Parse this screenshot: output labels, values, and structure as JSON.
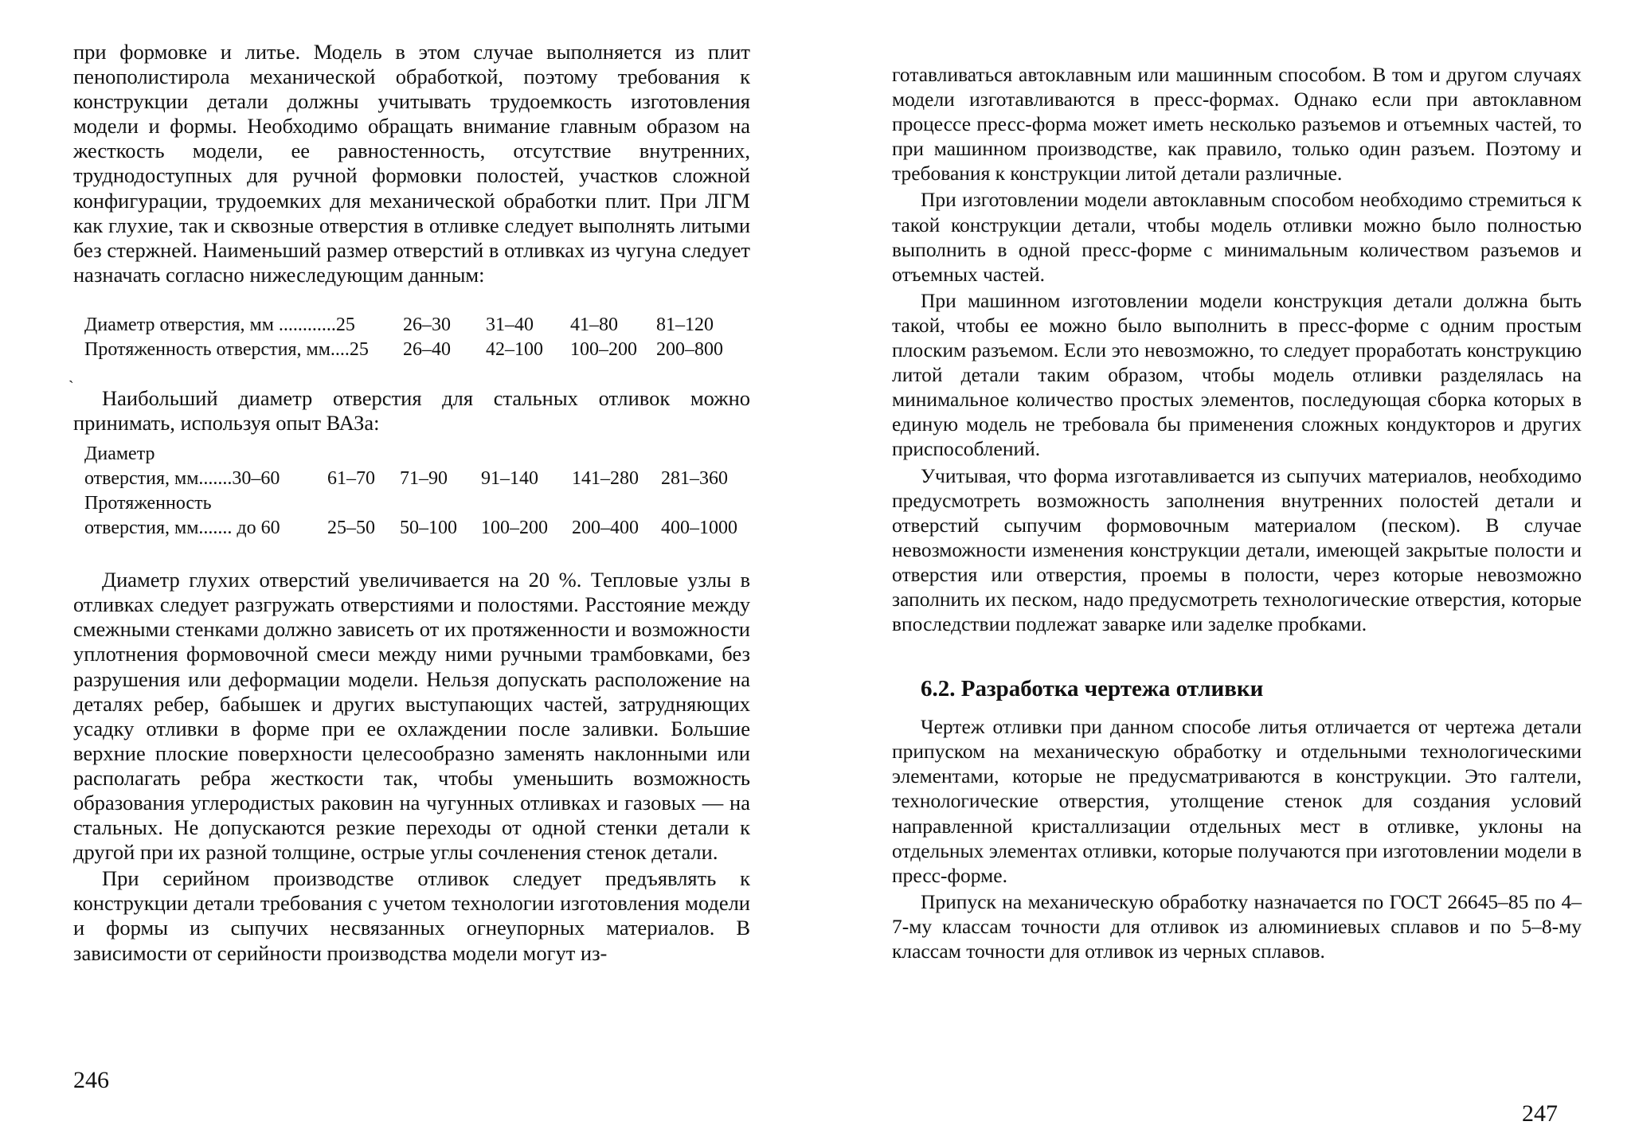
{
  "left": {
    "page_number": "246",
    "para1": "при формовке и литье. Модель в этом случае выполняется из плит пенополистирола механической обработкой, поэтому требования к конструкции детали должны учитывать трудоемкость изготовления модели и формы. Необходимо обращать внимание главным образом на жесткость модели, ее равностенность, отсутствие внутренних, труднодоступных для ручной формовки полостей, участков сложной конфигурации, трудоемких для механической обработки плит. При ЛГМ как глухие, так и сквозные отверстия в отливке следует выполнять литыми без стержней. Наименьший размер отверстий в отливках из чугуна следует назначать согласно нижеследующим данным:",
    "table1": {
      "rows": [
        {
          "label": "Диаметр отверстия, мм ............25",
          "values": [
            "26–30",
            "31–40",
            "41–80",
            "81–120"
          ]
        },
        {
          "label": "Протяженность отверстия, мм....25",
          "values": [
            "26–40",
            "42–100",
            "100–200",
            "200–800"
          ]
        }
      ]
    },
    "mark": "`",
    "para2": "Наибольший диаметр отверстия для стальных отливок можно принимать, используя опыт ВАЗа:",
    "table2": {
      "row1_title": "Диаметр",
      "row1_label": "отверстия, мм.......30–60",
      "row1_values": [
        "61–70",
        "71–90",
        "91–140",
        "141–280",
        "281–360"
      ],
      "row2_title": "Протяженность",
      "row2_label": "отверстия, мм....... до 60",
      "row2_values": [
        "25–50",
        "50–100",
        "100–200",
        "200–400",
        "400–1000"
      ]
    },
    "para3": "Диаметр глухих отверстий увеличивается на 20 %. Тепловые узлы в отливках следует разгружать отверстиями и полостями. Расстояние между смежными стенками должно зависеть от их протяженности и возможности уплотнения формовочной смеси между ними ручными трамбовками, без разрушения или деформации модели. Нельзя допускать расположение на деталях ребер, бабышек и других выступающих частей, затрудняющих усадку отливки в форме при ее охлаждении после заливки. Большие верхние плоские поверхности целесообразно заменять наклонными или располагать ребра жесткости так, чтобы уменьшить возможность образования углеродистых раковин на чугунных отливках и газовых — на стальных. Не допускаются резкие переходы от одной стенки детали к другой при их разной толщине, острые углы сочленения стенок детали.",
    "para4": "При серийном производстве отливок следует предъявлять к конструкции детали требования с учетом технологии изготовления модели и формы из сыпучих несвязанных огнеупорных материалов. В зависимости от серийности производства модели могут из-"
  },
  "right": {
    "page_number": "247",
    "para1": "готавливаться автоклавным или машинным способом. В том и другом случаях модели изготавливаются в пресс-формах. Однако если при автоклавном процессе пресс-форма может иметь несколько разъемов и отъемных частей, то при машинном производстве, как правило, только один разъем. Поэтому и требования к конструкции литой детали различные.",
    "para2": "При изготовлении модели автоклавным способом необходимо стремиться к такой конструкции детали, чтобы модель отливки можно было полностью выполнить в одной пресс-форме с минимальным количеством разъемов и отъемных частей.",
    "para3": "При машинном изготовлении модели конструкция детали должна быть такой, чтобы ее можно было выполнить в пресс-форме с одним простым плоским разъемом. Если это невозможно, то следует проработать конструкцию литой детали таким образом, чтобы модель отливки разделялась на минимальное количество простых элементов, последующая сборка которых в единую модель не требовала бы применения сложных кондукторов и других приспособлений.",
    "para4": "Учитывая, что форма изготавливается из сыпучих материалов, необходимо предусмотреть возможность заполнения внутренних полостей детали и отверстий сыпучим формовочным материалом (песком). В случае невозможности изменения конструкции детали, имеющей закрытые полости и отверстия или отверстия, проемы в полости, через которые невозможно заполнить их песком, надо предусмотреть технологические отверстия, которые впоследствии подлежат заварке или заделке пробками.",
    "section_heading": "6.2. Разработка чертежа отливки",
    "para5": "Чертеж отливки при данном способе литья отличается от чертежа детали припуском на механическую обработку и отдельными технологическими элементами, которые не предусматриваются в конструкции. Это галтели, технологические отверстия, утолщение стенок для создания условий направленной кристаллизации отдельных мест в отливке, уклоны на отдельных элементах отливки, которые получаются при изготовлении модели в пресс-форме.",
    "para6": "Припуск на механическую обработку назначается по ГОСТ 26645–85 по 4–7-му классам точности для отливок из алюминиевых сплавов и по 5–8-му классам точности для отливок из черных сплавов."
  }
}
